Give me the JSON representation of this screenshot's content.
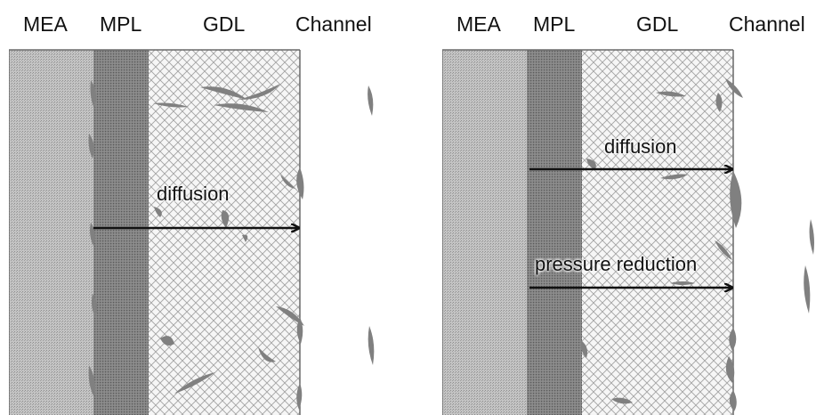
{
  "panels": [
    {
      "headers": {
        "mea": "MEA",
        "mpl": "MPL",
        "gdl": "GDL",
        "channel": "Channel"
      },
      "arrows": [
        {
          "label": "diffusion"
        }
      ]
    },
    {
      "headers": {
        "mea": "MEA",
        "mpl": "MPL",
        "gdl": "GDL",
        "channel": "Channel"
      },
      "arrows": [
        {
          "label": "diffusion"
        },
        {
          "label": "pressure reduction"
        }
      ]
    }
  ],
  "colors": {
    "mea_fill": "#bdbdbd",
    "mpl_fill": "#7d7d7d",
    "gdl_mesh": "#9a9a9a",
    "water": "#808080",
    "border": "#6a6a6a",
    "arrow": "#111111"
  }
}
